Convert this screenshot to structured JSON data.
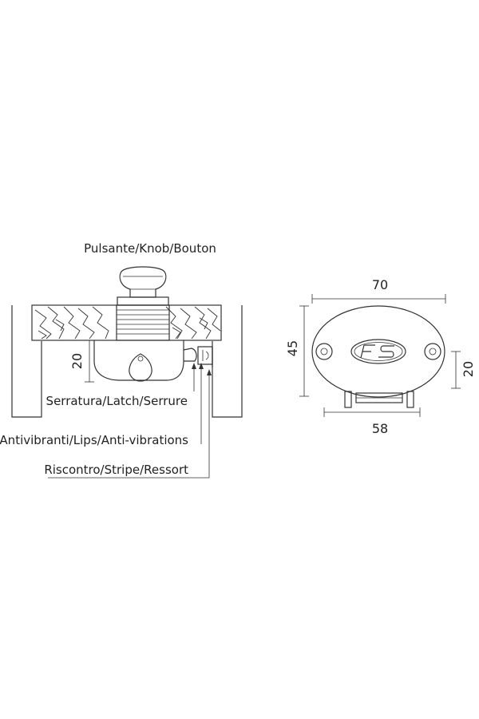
{
  "callouts": {
    "knob": "Pulsante/Knob/Bouton",
    "latch": "Serratura/Latch/Serrure",
    "lips": "Antivibranti/Lips/Anti-vibrations",
    "stripe": "Riscontro/Stripe/Ressort"
  },
  "dimensions": {
    "side_height": "20",
    "front_width": "70",
    "front_height": "45",
    "front_right_height": "20",
    "front_bottom_width": "58"
  },
  "logo_text": "FS",
  "colors": {
    "line": "#333333",
    "text": "#222222",
    "background": "#ffffff"
  }
}
